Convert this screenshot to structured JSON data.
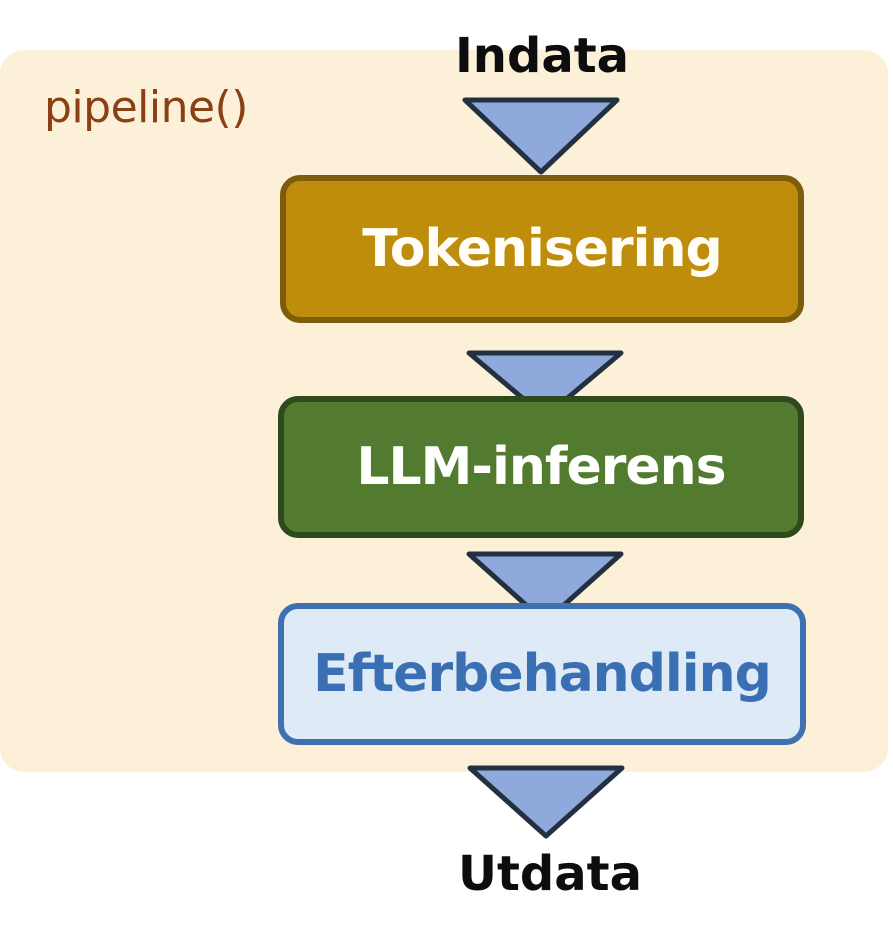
{
  "panel": {
    "label": "pipeline()"
  },
  "input_label": "Indata",
  "output_label": "Utdata",
  "stages": [
    {
      "label": "Tokenisering"
    },
    {
      "label": "LLM-inferens"
    },
    {
      "label": "Efterbehandling"
    }
  ],
  "colors": {
    "panel_bg": "#fcf1d8",
    "panel_label": "#8a3f14",
    "arrow_fill": "#8fa9dd",
    "arrow_stroke": "#22303f",
    "stage_tokenisering": "#bf8d0c",
    "stage_llm": "#537b2f",
    "stage_post": "#dfeaf7",
    "stage_post_text": "#3b6fb3"
  }
}
